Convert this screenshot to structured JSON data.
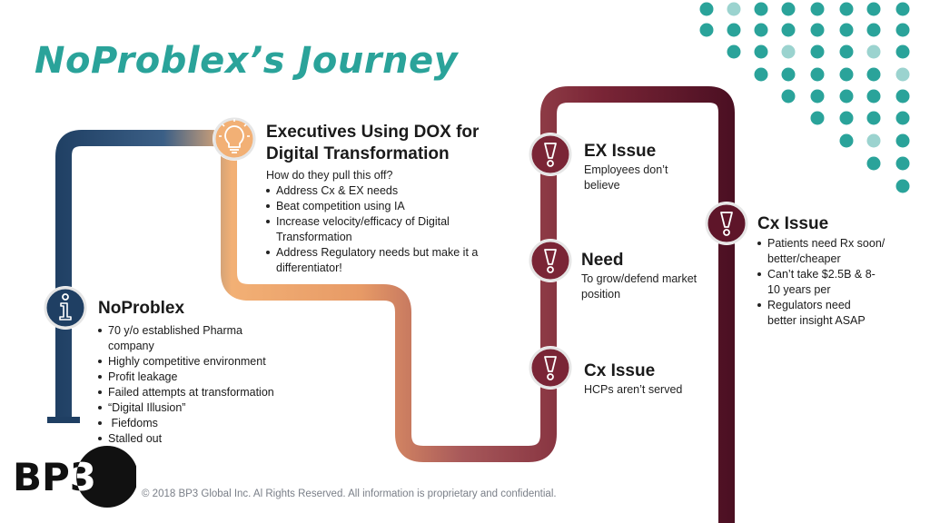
{
  "slide": {
    "title": "NoProblex’s Journey",
    "footer": "© 2018 BP3 Global Inc. Al Rights Reserved. All information is proprietary and confidential.",
    "logo_text": "BP3"
  },
  "colors": {
    "title": "#2aa39a",
    "teal_dot": "#2aa39a",
    "teal_dot_light": "#9bd3cf",
    "path_navy": "#1f3f63",
    "path_orange": "#f2b075",
    "path_maroon": "#7a2536",
    "path_dark": "#4a0f22",
    "icon_ring": "#e6e6e6"
  },
  "nodes": {
    "noproblex": {
      "icon": "info-icon",
      "title": "NoProblex",
      "bullets": [
        "70 y/o established Pharma company",
        "Highly competitive environment",
        "Profit leakage",
        "Failed attempts at transformation",
        "“Digital Illusion”",
        " Fiefdoms",
        "Stalled out"
      ]
    },
    "executives": {
      "icon": "lightbulb-icon",
      "title_line1": "Executives Using DOX for",
      "title_line2": "Digital Transformation",
      "intro": "How do they pull this off?",
      "bullets": [
        "Address Cx & EX needs",
        "Beat competition using IA",
        "Increase velocity/efficacy of Digital Transformation",
        "Address Regulatory needs but make it a differentiator!"
      ]
    },
    "cx_issue_bottom": {
      "icon": "exclamation-icon",
      "title": "Cx Issue",
      "text": "HCPs aren’t served"
    },
    "need": {
      "icon": "exclamation-icon",
      "title": "Need",
      "text": "To grow/defend market position"
    },
    "ex_issue": {
      "icon": "exclamation-icon",
      "title": "EX Issue",
      "text": "Employees don’t believe"
    },
    "cx_issue_right": {
      "icon": "exclamation-icon",
      "title": "Cx Issue",
      "bullets": [
        "Patients need Rx soon/ better/cheaper",
        "Can’t take $2.5B & 8-10 years per",
        "Regulators need better insight ASAP"
      ]
    }
  }
}
